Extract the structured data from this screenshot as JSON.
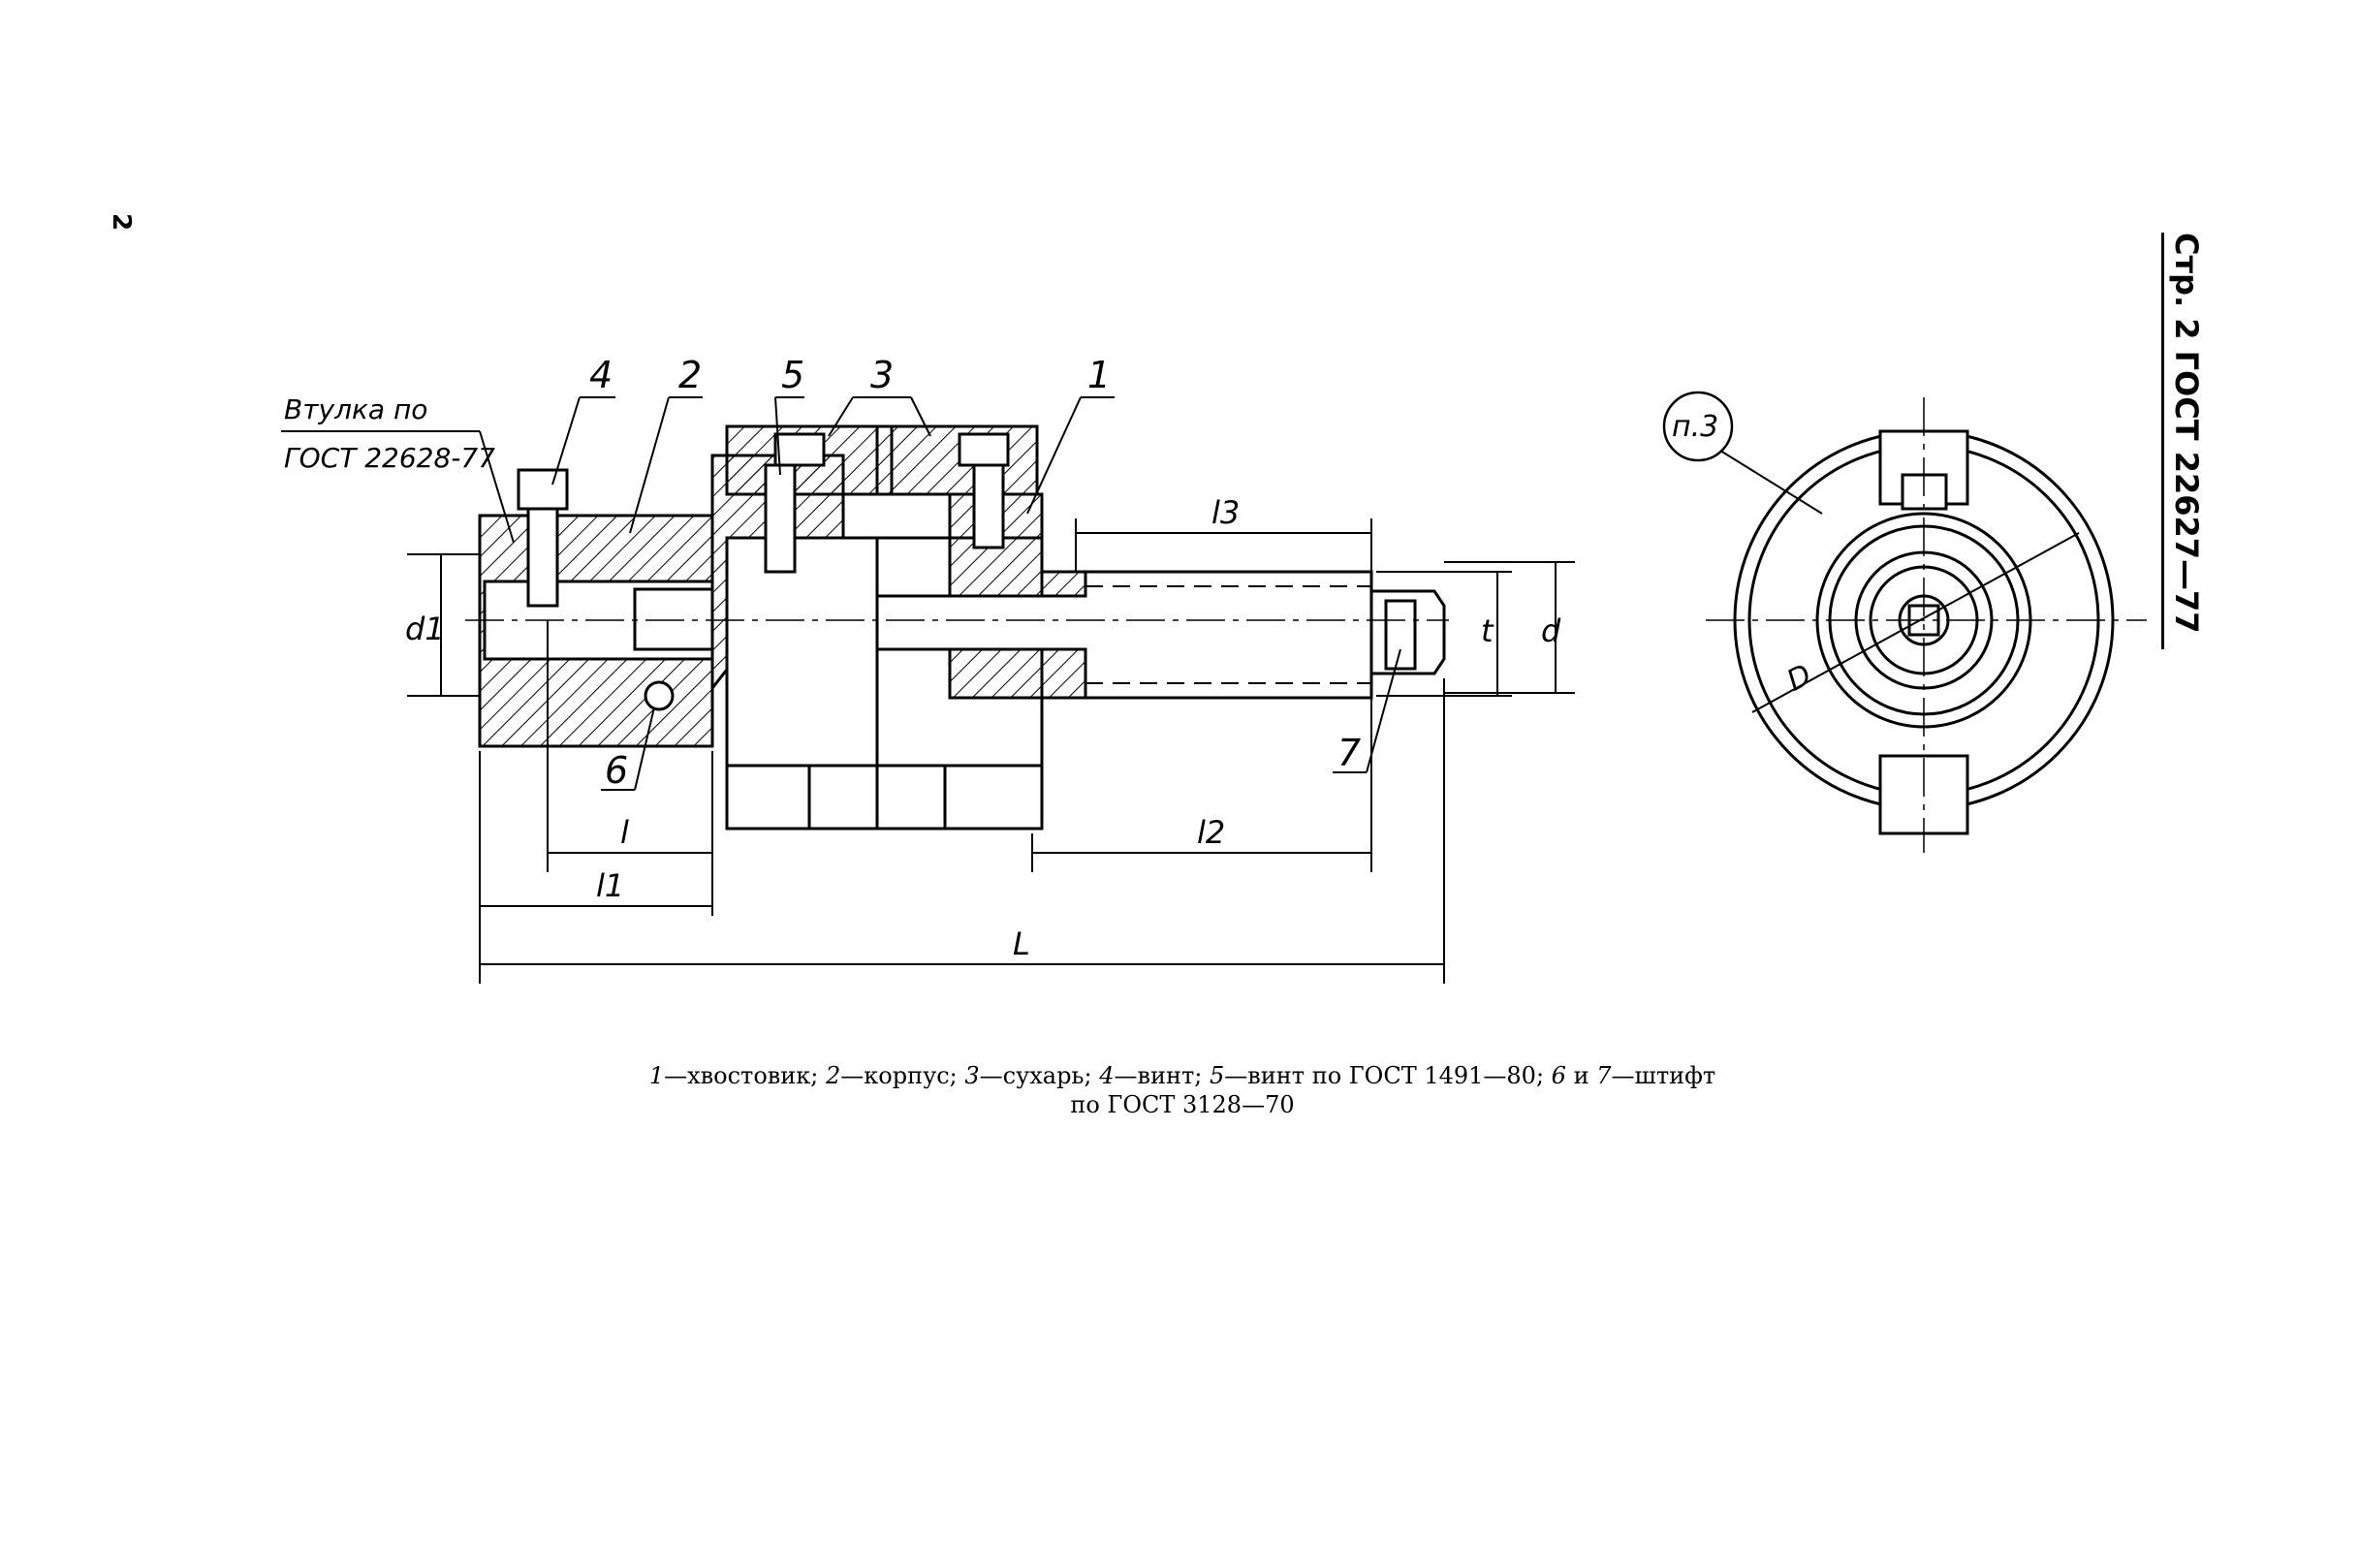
{
  "page": {
    "number": "2",
    "header": "Стр. 2 ГОСТ 22627—77"
  },
  "drawing": {
    "callout_bushing_line1": "Втулка по",
    "callout_bushing_line2": "ГОСТ 22628-77",
    "position_numbers": [
      "1",
      "2",
      "3",
      "4",
      "5",
      "6",
      "7"
    ],
    "dimensions": {
      "d1": "d1",
      "l": "l",
      "l1": "l1",
      "l2": "l2",
      "l3": "l3",
      "L": "L",
      "t": "t",
      "d": "d",
      "D": "D"
    },
    "view_note": "п.3"
  },
  "caption": {
    "line1_parts": [
      {
        "num": "1",
        "text": "—хвостовик; "
      },
      {
        "num": "2",
        "text": "—корпус; "
      },
      {
        "num": "3",
        "text": "—сухарь; "
      },
      {
        "num": "4",
        "text": "—винт; "
      },
      {
        "num": "5",
        "text": "—винт по ГОСТ 1491—80; "
      },
      {
        "num": "6",
        "text": " и "
      },
      {
        "num": "7",
        "text": "—штифт"
      }
    ],
    "line2": "по ГОСТ 3128—70"
  }
}
